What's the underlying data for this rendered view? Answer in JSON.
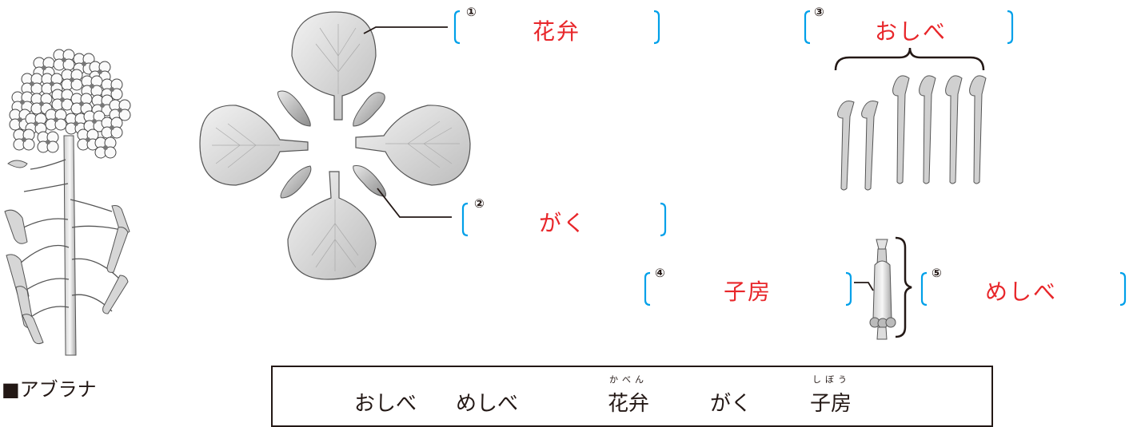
{
  "plant_caption": "■アブラナ",
  "labels": [
    {
      "number": "①",
      "answer": "花弁"
    },
    {
      "number": "②",
      "answer": "がく"
    },
    {
      "number": "③",
      "answer": "おしべ"
    },
    {
      "number": "④",
      "answer": "子房"
    },
    {
      "number": "⑤",
      "answer": "めしべ"
    }
  ],
  "word_bank": [
    {
      "word": "おしべ"
    },
    {
      "word": "めしべ"
    },
    {
      "word": "花弁",
      "reading": "かべん"
    },
    {
      "word": "がく"
    },
    {
      "word": "子房",
      "reading": "しぼう"
    }
  ],
  "colors": {
    "answer": "#e8262a",
    "bracket": "#00a0e9",
    "line": "#231815"
  }
}
